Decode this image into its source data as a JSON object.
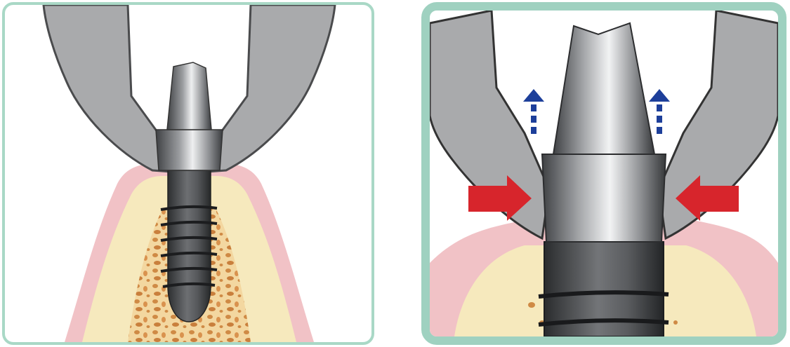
{
  "figure": {
    "panels": [
      {
        "id": "overview",
        "shows": [
          "forceps-jaw",
          "implant-abutment",
          "implant-fixture",
          "gingiva",
          "bone"
        ]
      },
      {
        "id": "closeup",
        "shows": [
          "forceps-jaw",
          "implant-abutment",
          "implant-fixture",
          "gingiva",
          "bone",
          "squeeze-arrows",
          "lift-arrows"
        ]
      }
    ],
    "colors": {
      "panel_border": "#a9d8c6",
      "forceps": "#a9aaac",
      "gingiva": "#f1c2c6",
      "bone": "#f5e7b6",
      "marrow": "#d9924e",
      "squeeze_arrow": "#d7252c",
      "lift_arrow": "#1d3f9a",
      "implant_metal": "#5a5c5f"
    },
    "arrows": {
      "squeeze": {
        "count": 2,
        "direction": "inward"
      },
      "lift": {
        "count": 2,
        "direction": "up",
        "style": "dashed"
      }
    }
  }
}
